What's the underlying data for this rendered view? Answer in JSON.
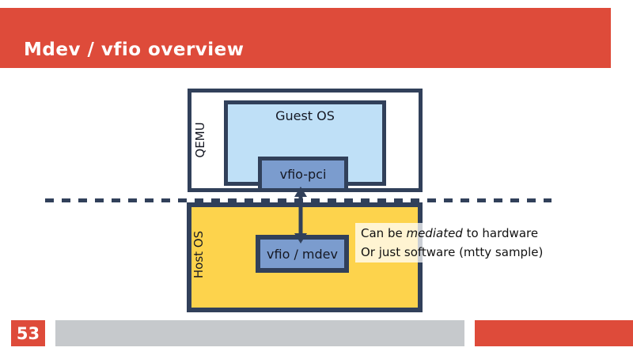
{
  "slide": {
    "title": "Mdev / vfio overview",
    "page_number": "53"
  },
  "diagram": {
    "qemu_label": "QEMU",
    "guest_os_label": "Guest OS",
    "vfio_pci_label": "vfio-pci",
    "host_os_label": "Host OS",
    "vfio_mdev_label": "vfio / mdev",
    "annotation": {
      "line1_prefix": "Can be ",
      "line1_italic": "mediated",
      "line1_suffix": " to hardware",
      "line2": "Or just software (mtty sample)"
    },
    "arrow": "double-headed vertical arrow between vfio-pci and vfio / mdev"
  },
  "colors": {
    "accent_red": "#de4b3a",
    "dark_navy": "#31405a",
    "guest_light_blue": "#bfe0f7",
    "vfio_mid_blue": "#7b9cce",
    "host_yellow": "#fdd34c",
    "footer_gray": "#c6c9cc"
  }
}
